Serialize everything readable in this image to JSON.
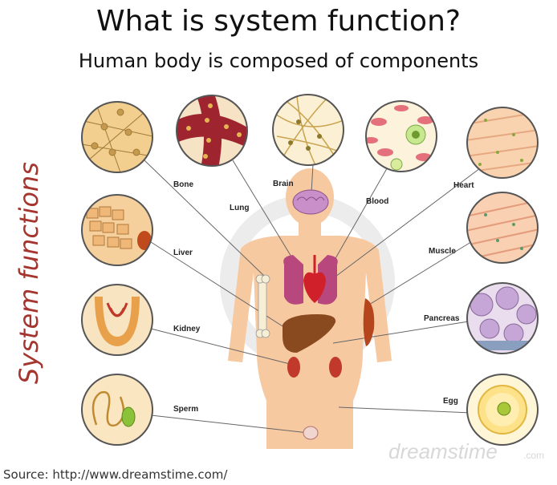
{
  "slide": {
    "title": "What is system function?",
    "subtitle": "Human body is composed of components",
    "side_label": "System functions",
    "source": "Source: http://www.dreamstime.com/"
  },
  "diagram": {
    "labels": {
      "bone": "Bone",
      "lung": "Lung",
      "brain": "Brain",
      "blood": "Blood",
      "heart": "Heart",
      "liver": "Liver",
      "muscle": "Muscle",
      "kidney": "Kidney",
      "pancreas": "Pancreas",
      "sperm": "Sperm",
      "egg": "Egg"
    },
    "watermark": "dreamstime",
    "watermark_suffix": ".com"
  },
  "colors": {
    "side_label": "#a5352f",
    "skin": "#f7c9a1",
    "circle_border": "#555555"
  }
}
